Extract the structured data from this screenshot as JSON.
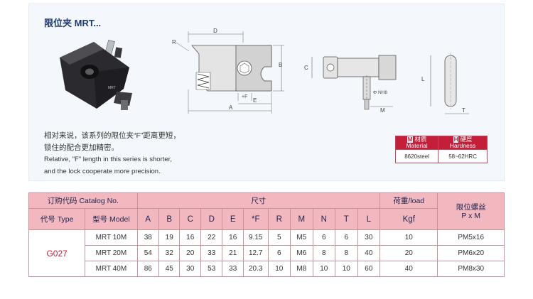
{
  "product": {
    "title": "限位夹 MRT...",
    "desc_cn": [
      "相对来说，该系列的限位夹“F”距离更短，",
      "锁住的配合更加精密。"
    ],
    "desc_en": [
      "Relative, \"F\" length in this series is shorter,",
      "and the lock cooperate more precision."
    ]
  },
  "drawing_labels": {
    "D": "D",
    "R": "R",
    "B": "B",
    "F": "+F",
    "E": "E",
    "A": "A",
    "C": "C",
    "phiN": "Φ NH8",
    "M": "M",
    "L": "L",
    "T": "T"
  },
  "material_table": {
    "material_badge": "M",
    "material_cn": "材质",
    "material_en": "Material",
    "hardness_badge": "H",
    "hardness_cn": "硬度",
    "hardness_en": "Hardness",
    "material_value": "8620steel",
    "hardness_value": "58~62HRC"
  },
  "spec_table": {
    "catalog_header": "订购代码 Catalog No.",
    "size_header": "尺寸",
    "load_header": "荷重/load",
    "screw_header_cn": "限位螺丝",
    "screw_header_en": "P x M",
    "type_header": "代号 Type",
    "model_header": "型号 Model",
    "dim_headers": [
      "A",
      "B",
      "C",
      "D",
      "E",
      "*F",
      "R",
      "M",
      "N",
      "T",
      "L"
    ],
    "load_unit": "Kgf",
    "type_code": "G027",
    "rows": [
      {
        "model": "MRT 10M",
        "dims": [
          "38",
          "19",
          "16",
          "22",
          "16",
          "9.15",
          "5",
          "M5",
          "6",
          "6",
          "30"
        ],
        "load": "10",
        "screw": "PM5x16"
      },
      {
        "model": "MRT 20M",
        "dims": [
          "54",
          "32",
          "20",
          "33",
          "21",
          "12.7",
          "6",
          "M6",
          "8",
          "8",
          "40"
        ],
        "load": "20",
        "screw": "PM6x20"
      },
      {
        "model": "MRT 40M",
        "dims": [
          "86",
          "45",
          "30",
          "53",
          "33",
          "20.3",
          "10",
          "M8",
          "10",
          "10",
          "60"
        ],
        "load": "40",
        "screw": "PM8x30"
      }
    ]
  }
}
